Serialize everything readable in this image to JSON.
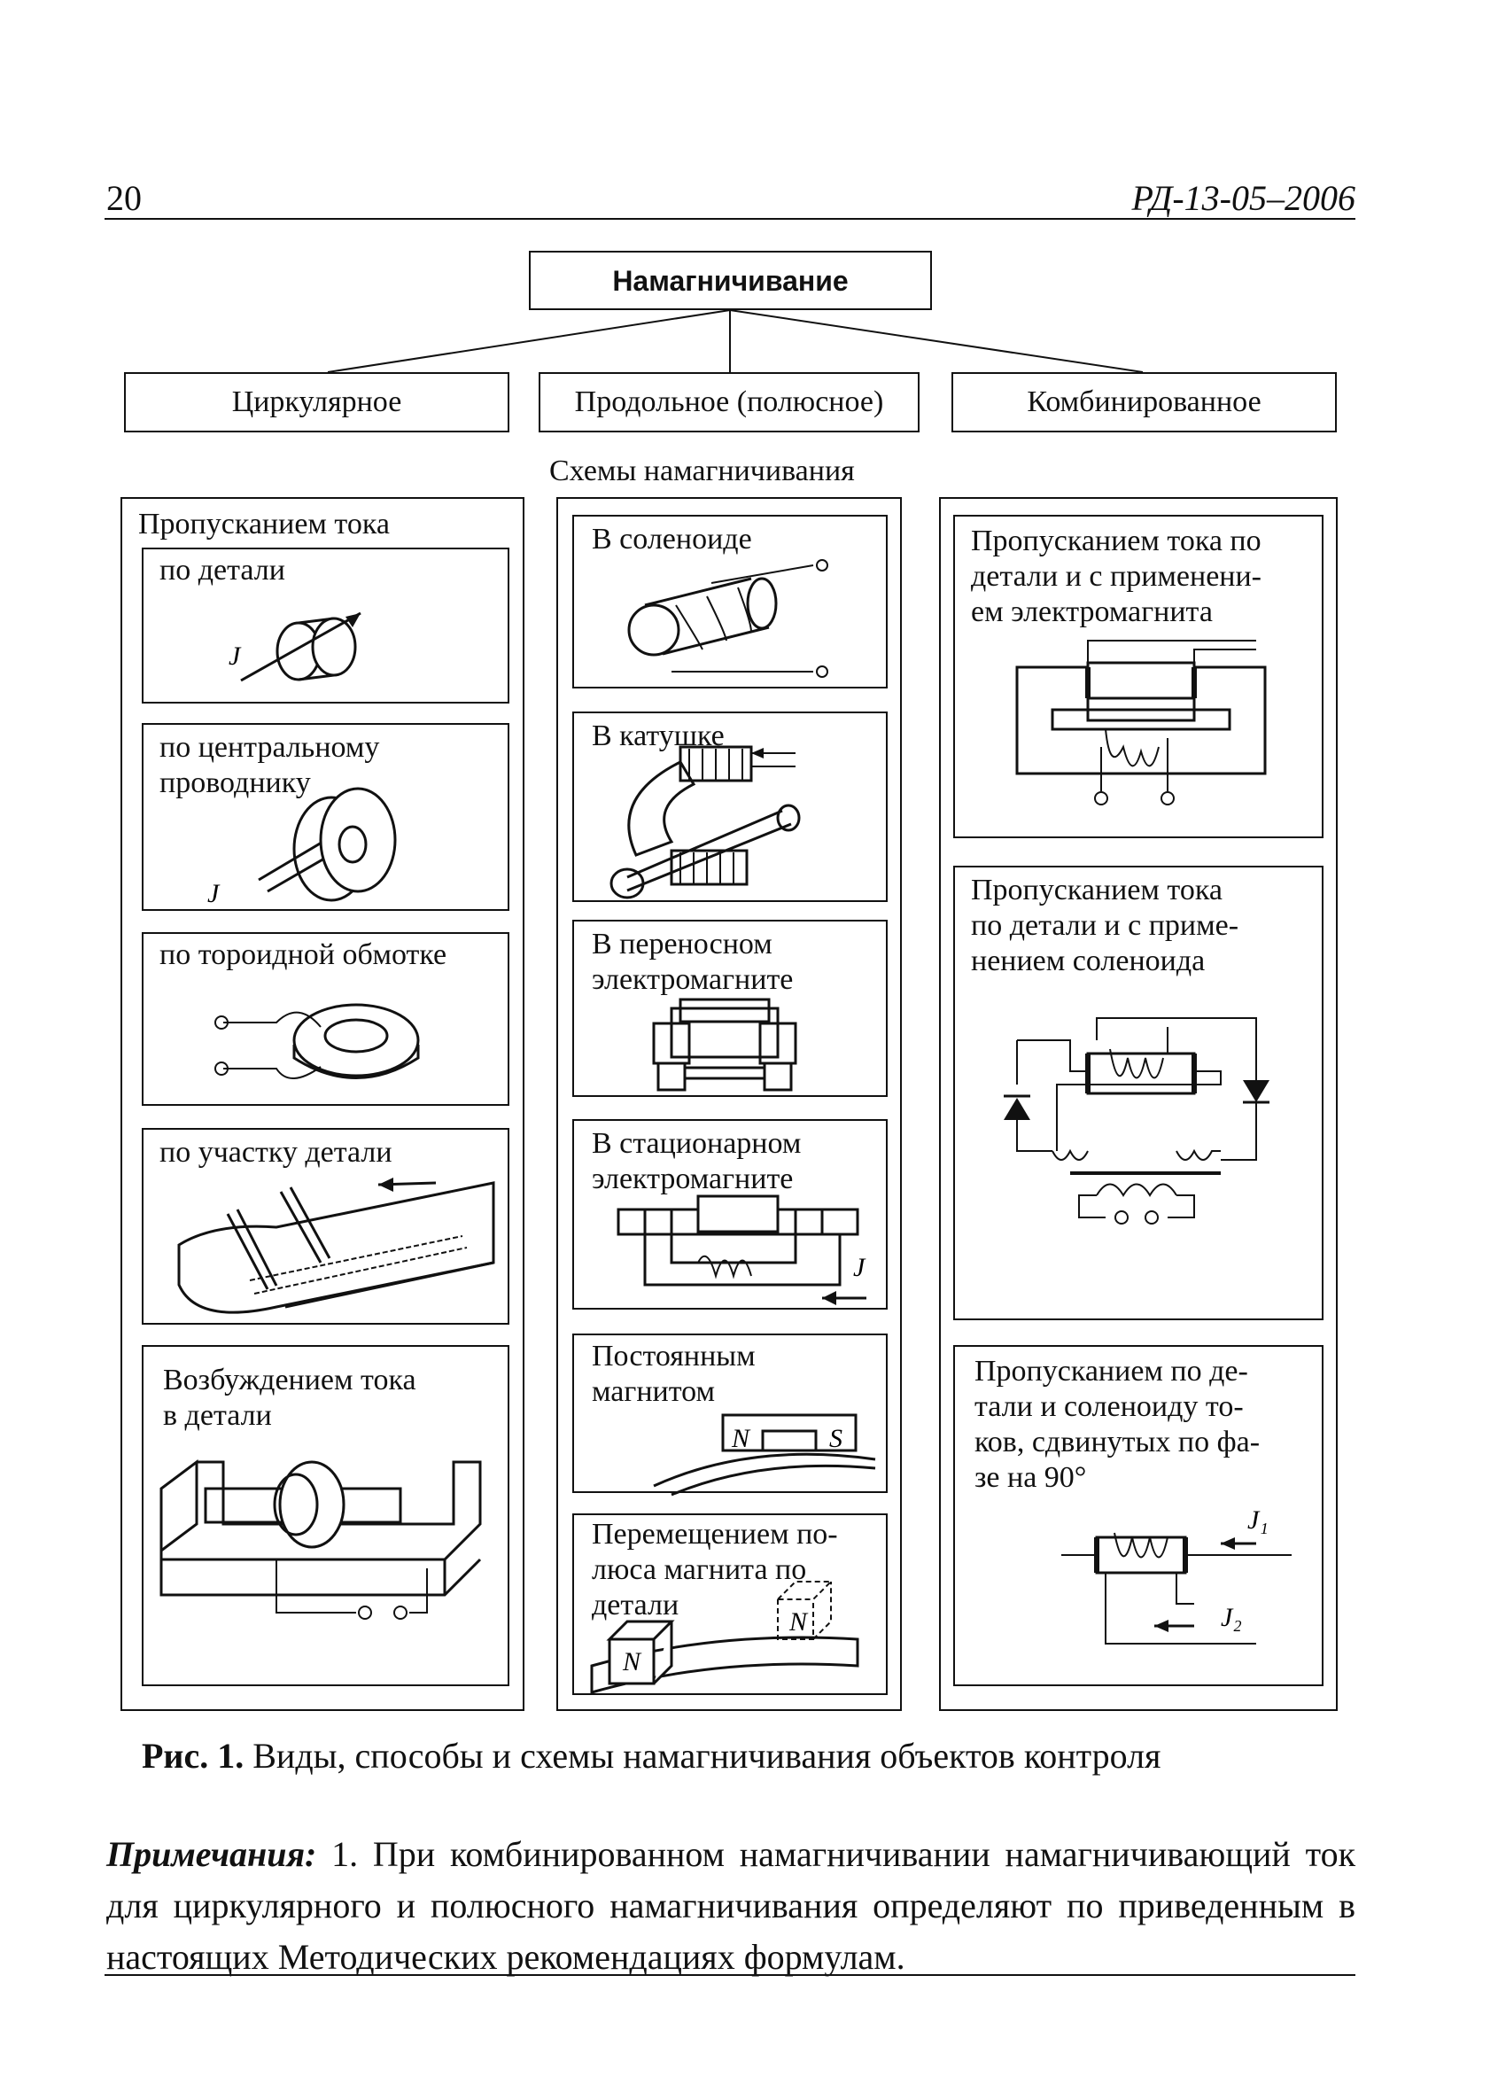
{
  "header": {
    "page_number": "20",
    "doc_code": "РД-13-05–2006"
  },
  "tree": {
    "root": "Намагничивание",
    "branches": [
      "Циркулярное",
      "Продольное (полюсное)",
      "Комбинированное"
    ],
    "schemes_title": "Схемы намагничивания"
  },
  "col1": {
    "title": "Пропусканием тока",
    "items": [
      "по детали",
      "по центральному\nпроводнику",
      "по тороидной обмотке",
      "по участку детали"
    ],
    "bottom": "Возбуждением тока\nв детали"
  },
  "col2": {
    "items": [
      "В соленоиде",
      "В катушке",
      "В переносном\nэлектромагните",
      "В стационарном\nэлектромагните",
      "Постоянным\nмагнитом",
      "Перемещением по-\nлюса магнита по\nдетали"
    ]
  },
  "col3": {
    "items": [
      "Пропусканием тока по\nдетали и с применени-\nем  электромагнита",
      "Пропусканием тока\nпо детали и с приме-\nнением  соленоида",
      "Пропусканием по де-\nтали и соленоиду то-\nков, сдвинутых по фа-\nзе на 90°"
    ]
  },
  "diagram_labels": {
    "current": "J",
    "current1": "J₁",
    "current2": "J₂",
    "north": "N",
    "south": "S"
  },
  "caption": {
    "label": "Рис. 1.",
    "text": " Виды, способы и схемы намагничивания объектов контроля"
  },
  "notes": {
    "label": "Примечания:",
    "text": " 1. При комбинированном намагничивании намагничивающий ток для циркулярного и полюсного намагничивания определяют по приведенным в настоящих Методических рекомендациях формулам."
  }
}
